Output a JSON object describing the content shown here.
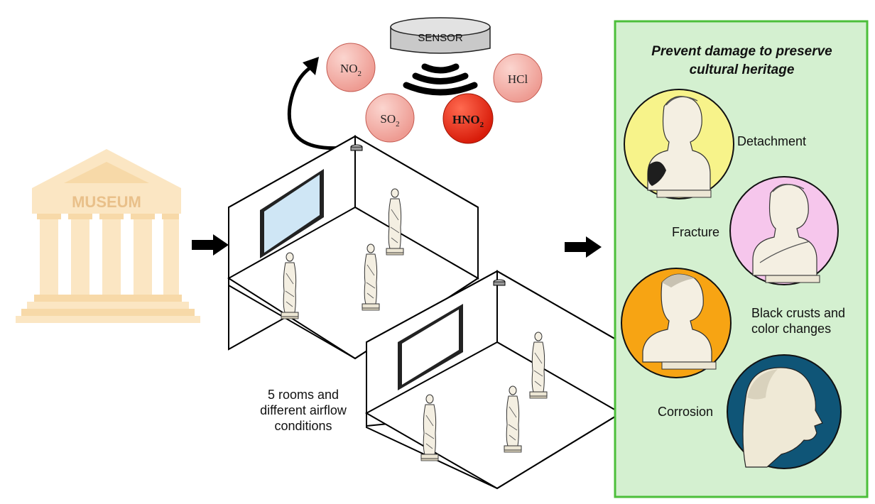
{
  "museum": {
    "label": "MUSEUM"
  },
  "sensor": {
    "label": "SENSOR"
  },
  "pollutants": [
    {
      "base": "NO",
      "sub": "2",
      "color": "#f0a29a"
    },
    {
      "base": "SO",
      "sub": "2",
      "color": "#f0a29a"
    },
    {
      "base": "HCl",
      "sub": "",
      "color": "#f0a29a"
    },
    {
      "base": "HNO",
      "sub": "2",
      "color": "#e8230f"
    }
  ],
  "rooms": {
    "caption_lines": [
      "5 rooms and",
      "different airflow",
      "conditions"
    ]
  },
  "panel": {
    "title_lines": [
      "Prevent damage to preserve",
      "cultural heritage"
    ],
    "background": "#d4f0d0",
    "border": "#4cbf3a",
    "damages": [
      {
        "label_lines": [
          "Detachment"
        ],
        "color": "#f7f38a",
        "icon": "bust-icon"
      },
      {
        "label_lines": [
          "Fracture"
        ],
        "color": "#f6c6ec",
        "icon": "bust-icon"
      },
      {
        "label_lines": [
          "Black crusts and",
          "color changes"
        ],
        "color": "#f7a413",
        "icon": "bust-icon"
      },
      {
        "label_lines": [
          "Corrosion"
        ],
        "color": "#0f5577",
        "icon": "head-profile-icon"
      }
    ]
  }
}
